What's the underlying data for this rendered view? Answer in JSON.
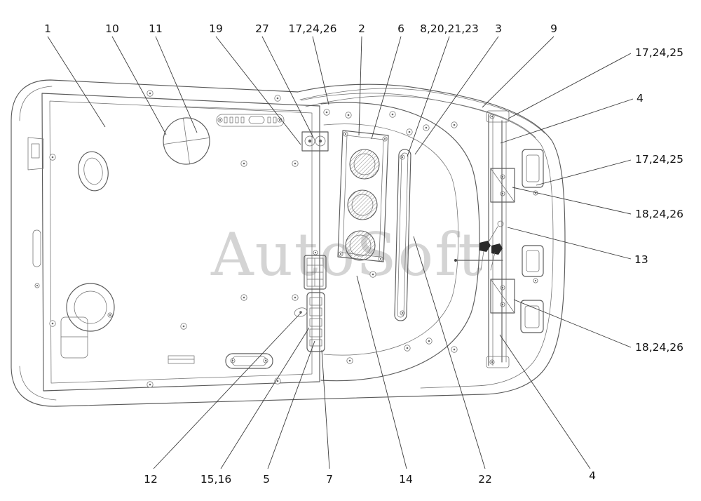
{
  "watermark": {
    "text": "AutoSoft"
  },
  "callouts": {
    "top": [
      "1",
      "10",
      "11",
      "19",
      "27",
      "17,24,26",
      "2",
      "6",
      "8,20,21,23",
      "3",
      "9"
    ],
    "right": [
      "17,24,25",
      "4",
      "17,24,25",
      "18,24,26",
      "13",
      "18,24,26",
      "4"
    ],
    "bottom": [
      "12",
      "15,16",
      "5",
      "7",
      "14",
      "22"
    ]
  }
}
